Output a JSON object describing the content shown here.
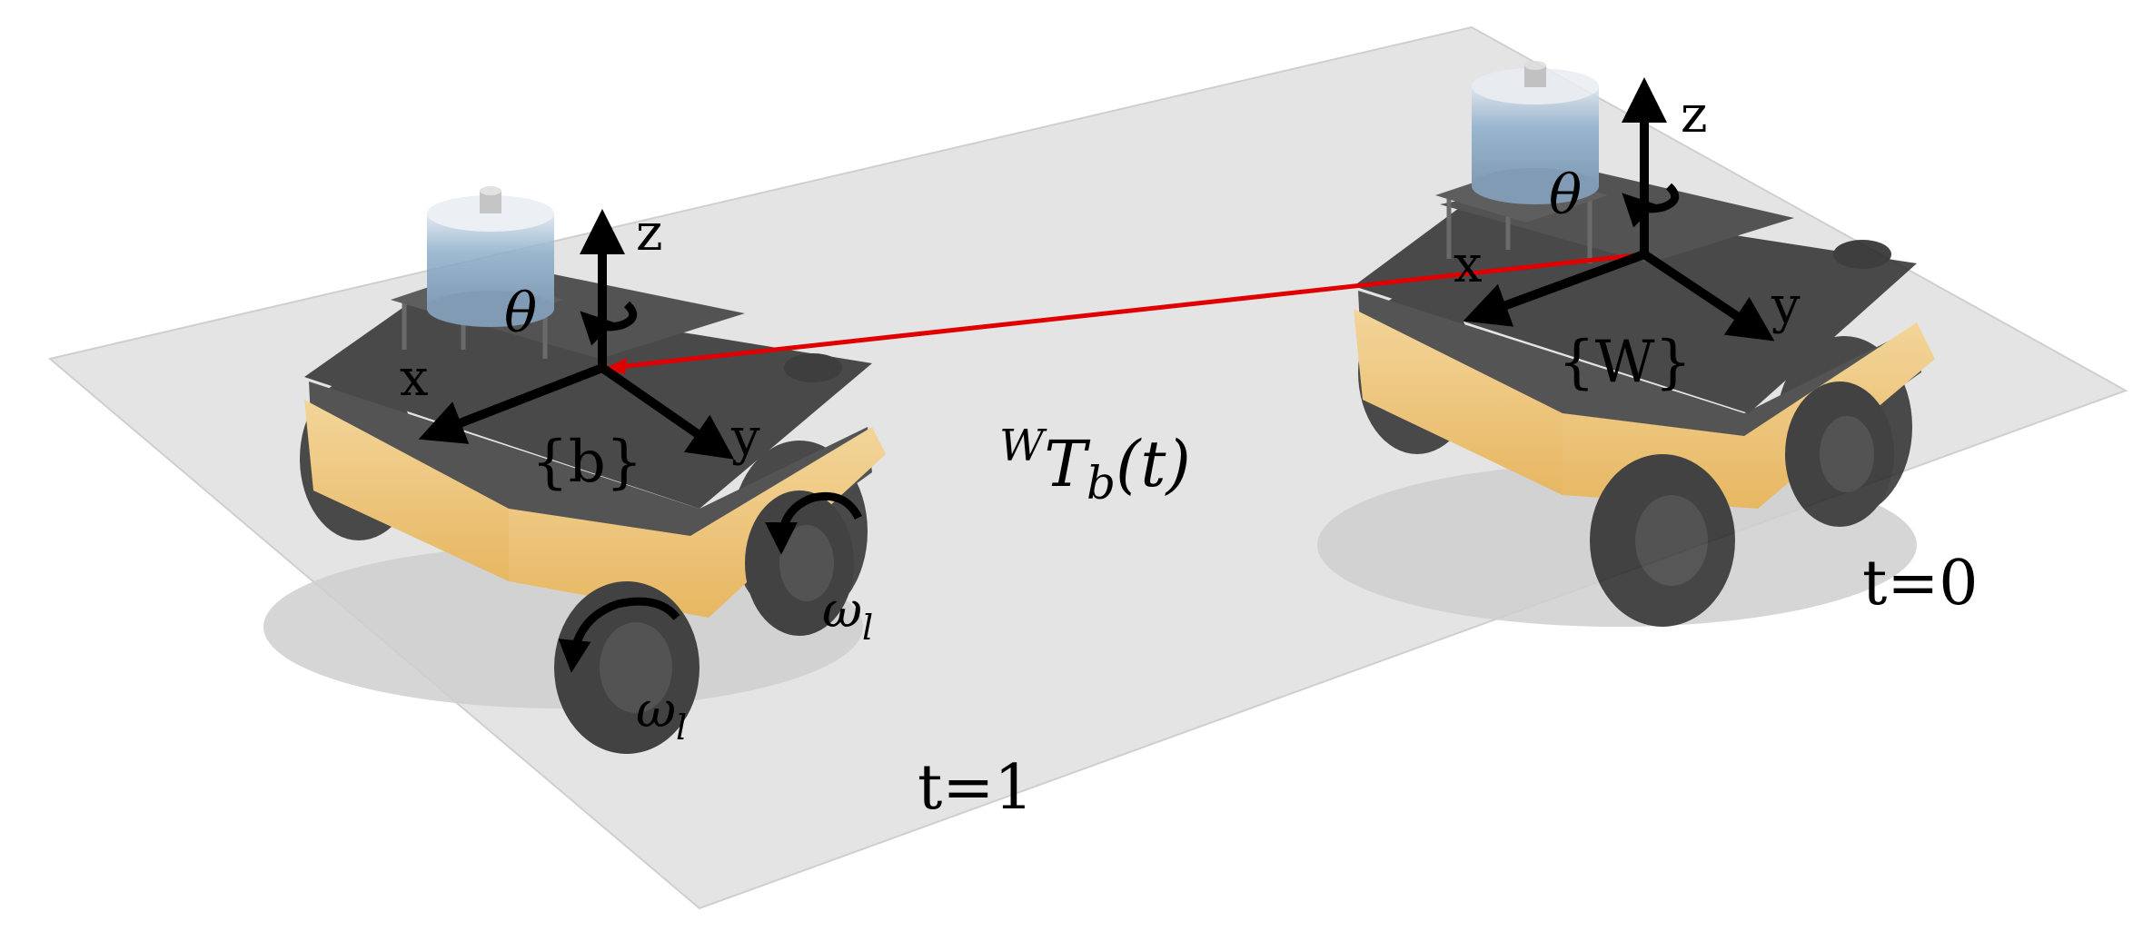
{
  "diagram": {
    "colors": {
      "plane": "#e4e4e4",
      "arrow": "#000000",
      "transform_line": "#e00000",
      "robot_body": "#444444",
      "robot_top": "#3a3a3a",
      "robot_bumper": "#f2c46a",
      "robot_wheel": "#2a2a2a",
      "lidar": "#7ea2c2"
    },
    "robot_body_frame": {
      "origin_label": "{b}",
      "axis_x": "x",
      "axis_y": "y",
      "axis_z": "z",
      "rotation_label": "θ",
      "wheel_speed_label_upper": "ω",
      "wheel_speed_sub_upper": "l",
      "wheel_speed_label_lower": "ω",
      "wheel_speed_sub_lower": "l",
      "time_label": "t=1"
    },
    "robot_world_frame": {
      "origin_label": "{W}",
      "axis_x": "x",
      "axis_y": "y",
      "axis_z": "z",
      "rotation_label": "θ",
      "time_label": "t=0"
    },
    "transform": {
      "superscript": "W",
      "symbol": "T",
      "subscript": "b",
      "argument": "(t)"
    }
  }
}
